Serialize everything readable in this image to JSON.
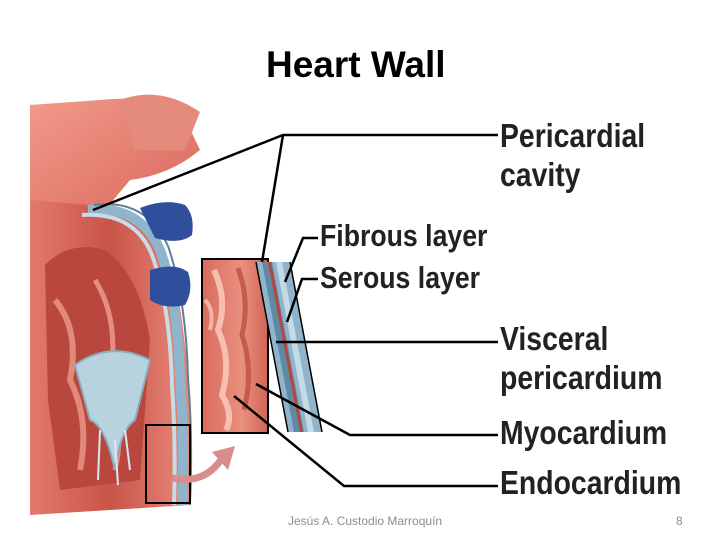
{
  "slide": {
    "title": "Heart Wall",
    "footer_author": "Jesús A. Custodio Marroquín",
    "page_number": "8"
  },
  "labels": {
    "pericardial_cavity_1": "Pericardial",
    "pericardial_cavity_2": "cavity",
    "fibrous_layer": "Fibrous layer",
    "serous_layer": "Serous layer",
    "visceral_pericardium_1": "Visceral",
    "visceral_pericardium_2": "pericardium",
    "myocardium": "Myocardium",
    "endocardium": "Endocardium"
  },
  "colors": {
    "muscle": "#d9685c",
    "muscle_light": "#f0a08f",
    "vessel_blue": "#2f4f9c",
    "serous_blue": "#8fb4cc",
    "valve_blue": "#b7d3df",
    "leader_line": "#000000",
    "arrow": "#d98c8c"
  }
}
